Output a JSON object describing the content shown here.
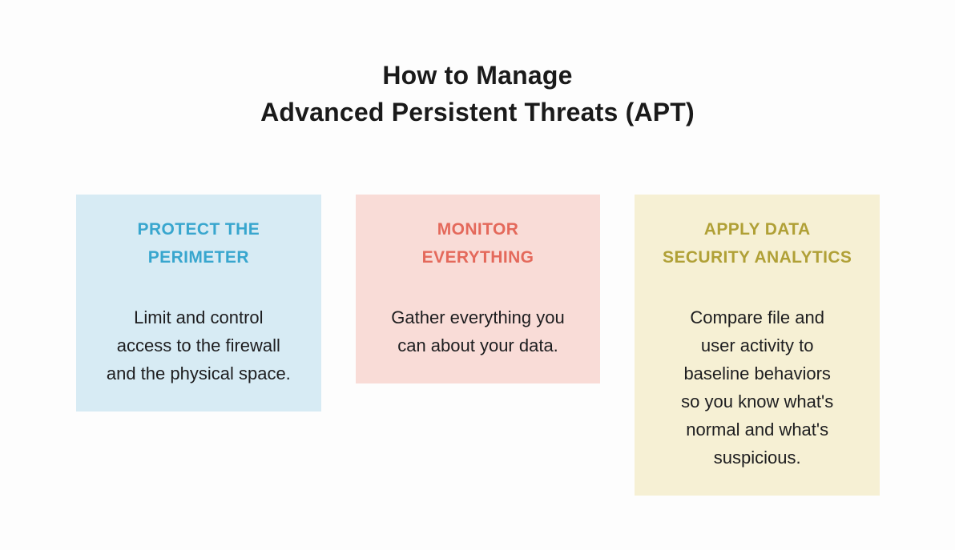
{
  "page": {
    "background": "#FDFDFD",
    "title": "How to Manage\nAdvanced Persistent Threats (APT)",
    "title_color": "#1A1A1A"
  },
  "cards": [
    {
      "heading": "PROTECT THE\nPERIMETER",
      "body": "Limit and control\naccess to the firewall\nand the physical space.",
      "background": "#D7EBF4",
      "heading_color": "#38A6CE",
      "body_color": "#1D1D1F"
    },
    {
      "heading": "MONITOR\nEVERYTHING",
      "body": "Gather everything you\ncan about your data.",
      "background": "#F9DCD7",
      "heading_color": "#E4695B",
      "body_color": "#1D1D1F"
    },
    {
      "heading": "APPLY DATA\nSECURITY ANALYTICS",
      "body": "Compare file and\nuser activity to\nbaseline behaviors\nso you know what's\nnormal and what's\nsuspicious.",
      "background": "#F6F0D4",
      "heading_color": "#B0A036",
      "body_color": "#1D1D1F"
    }
  ]
}
